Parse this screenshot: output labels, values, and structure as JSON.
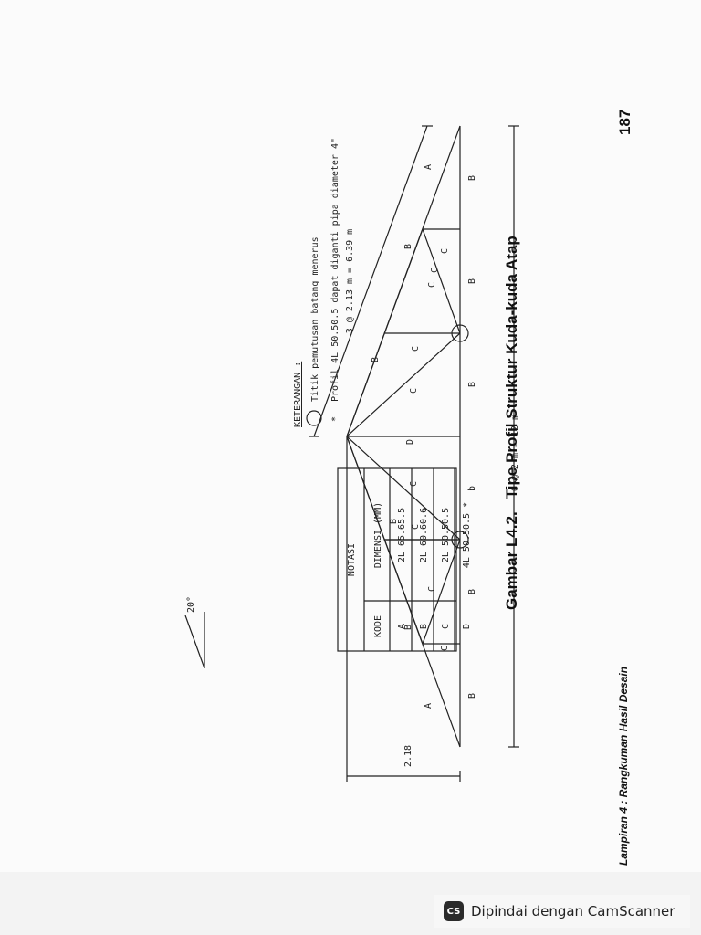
{
  "figure": {
    "angle_label": "20°",
    "height_label": "2.18",
    "span_label": "6 @ 2 m = 12 m",
    "rafter_label": "3 @ 2.13 m = 6.39 m",
    "member_codes": {
      "top_left_A": "A",
      "top_left_B1": "B",
      "top_left_B2": "B",
      "top_right_B1": "B",
      "top_right_B2": "B",
      "top_right_A": "A",
      "bottom_1": "B",
      "bottom_2": "B",
      "bottom_3": "b",
      "bottom_4": "B",
      "bottom_5": "B",
      "bottom_6": "B",
      "web_1": "C",
      "web_2": "C",
      "web_3": "C",
      "web_4": "C",
      "web_center": "D",
      "web_6": "C",
      "web_7": "C",
      "web_8": "C",
      "web_9": "C",
      "web_10": "C"
    }
  },
  "notation_table": {
    "title": "NOTASI",
    "headers": [
      "KODE",
      "DIMENSI (MM)"
    ],
    "rows": [
      {
        "code": "A",
        "dim": "2L 65.65.5"
      },
      {
        "code": "B",
        "dim": "2L 60.60.6"
      },
      {
        "code": "C",
        "dim": "2L 50.50.5"
      },
      {
        "code": "D",
        "dim": "4L 50.50.5 *"
      }
    ]
  },
  "legend": {
    "title": "KETERANGAN :",
    "item1": "Titik pemutusan batang menerus",
    "item2_bullet": "*",
    "item2": "Profil 4L 50.50.5 dapat diganti pipa diameter 4\""
  },
  "caption": {
    "number": "Gambar L4.2.",
    "title": "Tipe Profil Struktur Kuda-kuda Atap"
  },
  "footer": {
    "left": "Lampiran 4 : Rangkuman Hasil Desain",
    "page": "187"
  },
  "scanner": {
    "logo": "CS",
    "text": "Dipindai dengan CamScanner"
  }
}
